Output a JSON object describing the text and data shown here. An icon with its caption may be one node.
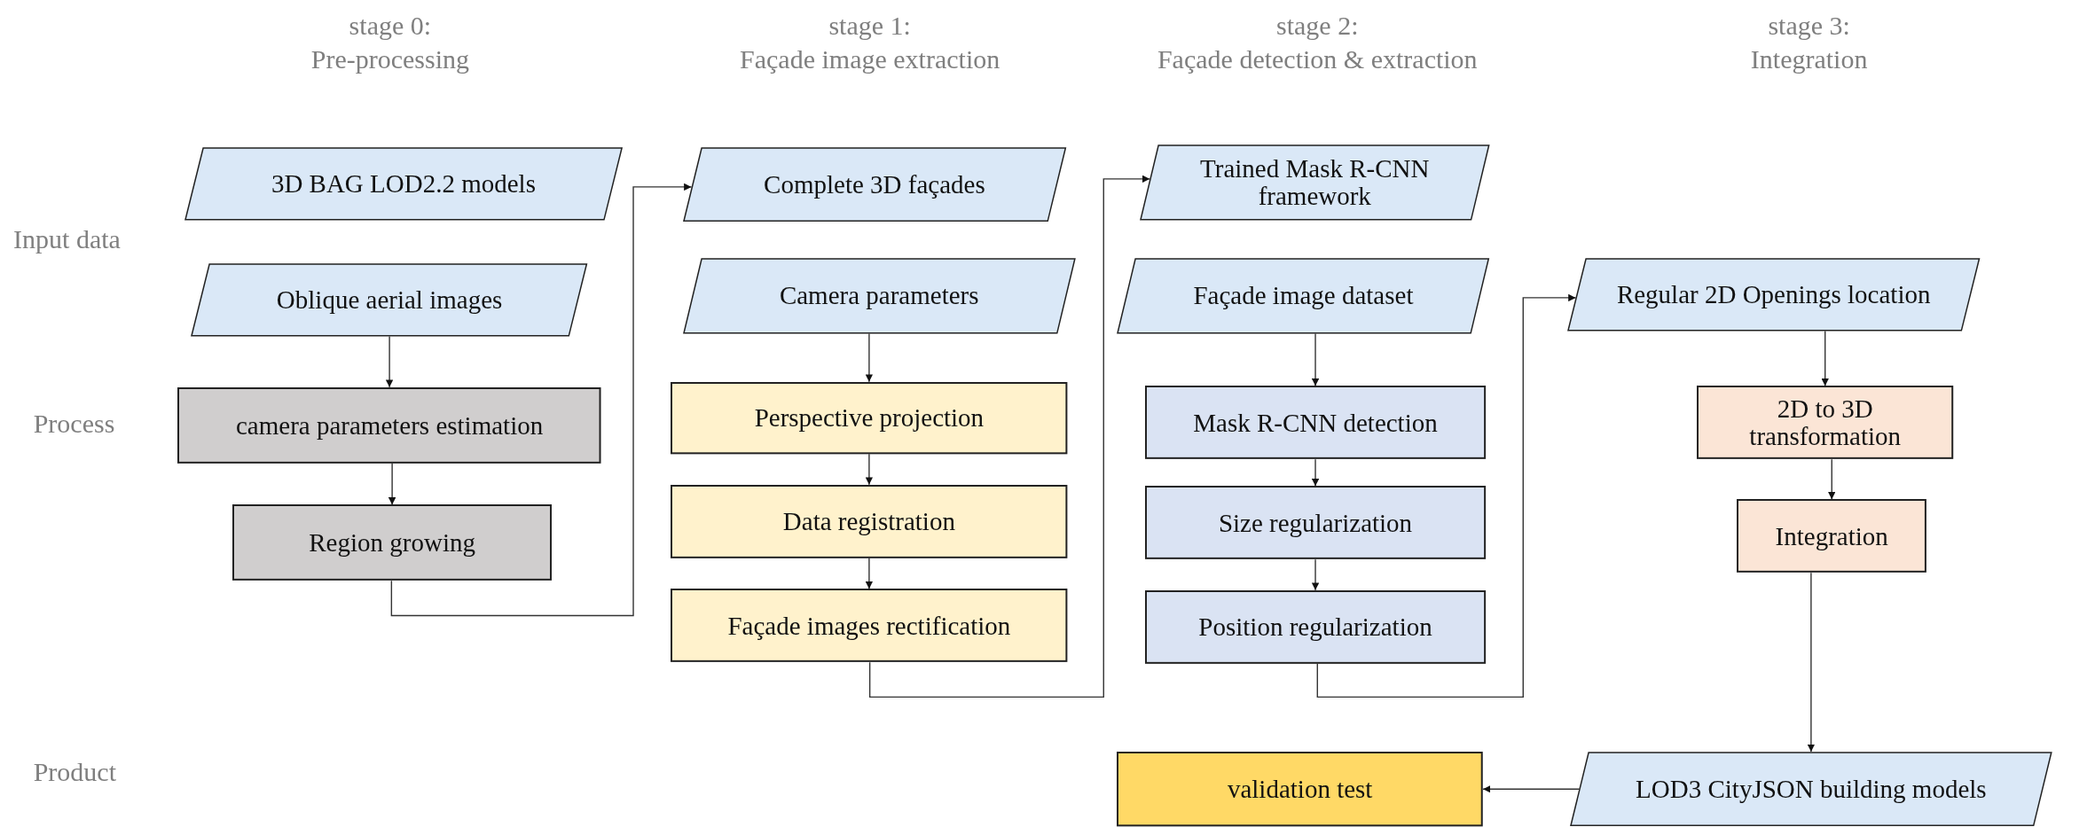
{
  "diagram": {
    "nodes": [
      {
        "text": [
          "3D BAG LOD2.2 models"
        ]
      },
      {
        "text": [
          "Oblique aerial images"
        ]
      },
      {
        "text": [
          "camera parameters estimation"
        ]
      },
      {
        "text": [
          "Region growing"
        ]
      },
      {
        "text": [
          "Complete 3D façades"
        ]
      },
      {
        "text": [
          "Camera parameters"
        ]
      },
      {
        "text": [
          "Perspective projection"
        ]
      },
      {
        "text": [
          "Data registration"
        ]
      },
      {
        "text": [
          "Façade images rectification"
        ]
      },
      {
        "text": [
          "Trained Mask R-CNN framework"
        ]
      },
      {
        "text": [
          "Façade image dataset"
        ]
      },
      {
        "text": [
          "Mask R-CNN detection"
        ]
      },
      {
        "text": [
          "Size regularization"
        ]
      },
      {
        "text": [
          "Position regularization"
        ]
      },
      {
        "text": [
          "Regular 2D Openings location"
        ]
      },
      {
        "text": [
          "2D to 3D transformation"
        ]
      },
      {
        "text": [
          "Integration"
        ]
      },
      {
        "text": [
          "LOD3 CityJSON building models"
        ]
      },
      {
        "text": [
          "validation test"
        ]
      }
    ],
    "edges": [
      {
        "from": 1,
        "to": 2,
        "arrow": "to"
      },
      {
        "from": 2,
        "to": 3,
        "arrow": "to"
      },
      {
        "from": 3,
        "to": 4,
        "arrow": "to"
      },
      {
        "from": 5,
        "to": 6,
        "arrow": "to"
      },
      {
        "from": 6,
        "to": 7,
        "arrow": "to"
      },
      {
        "from": 7,
        "to": 8,
        "arrow": "to"
      },
      {
        "from": 8,
        "to": 9,
        "arrow": "to"
      },
      {
        "from": 10,
        "to": 11,
        "arrow": "to"
      },
      {
        "from": 11,
        "to": 12,
        "arrow": "to"
      },
      {
        "from": 12,
        "to": 13,
        "arrow": "to"
      },
      {
        "from": 13,
        "to": 14,
        "arrow": "to"
      },
      {
        "from": 14,
        "to": 15,
        "arrow": "to"
      },
      {
        "from": 15,
        "to": 16,
        "arrow": "to"
      },
      {
        "from": 16,
        "to": 17,
        "arrow": "to"
      },
      {
        "from": 17,
        "to": 18,
        "arrow": "to"
      }
    ],
    "labels": [
      "stage 0:",
      "Pre-processing",
      "stage 1:",
      "Façade image extraction",
      "stage 2:",
      "Façade detection & extraction",
      "stage 3:",
      "Integration",
      "Input data",
      "Process",
      "Product"
    ]
  }
}
